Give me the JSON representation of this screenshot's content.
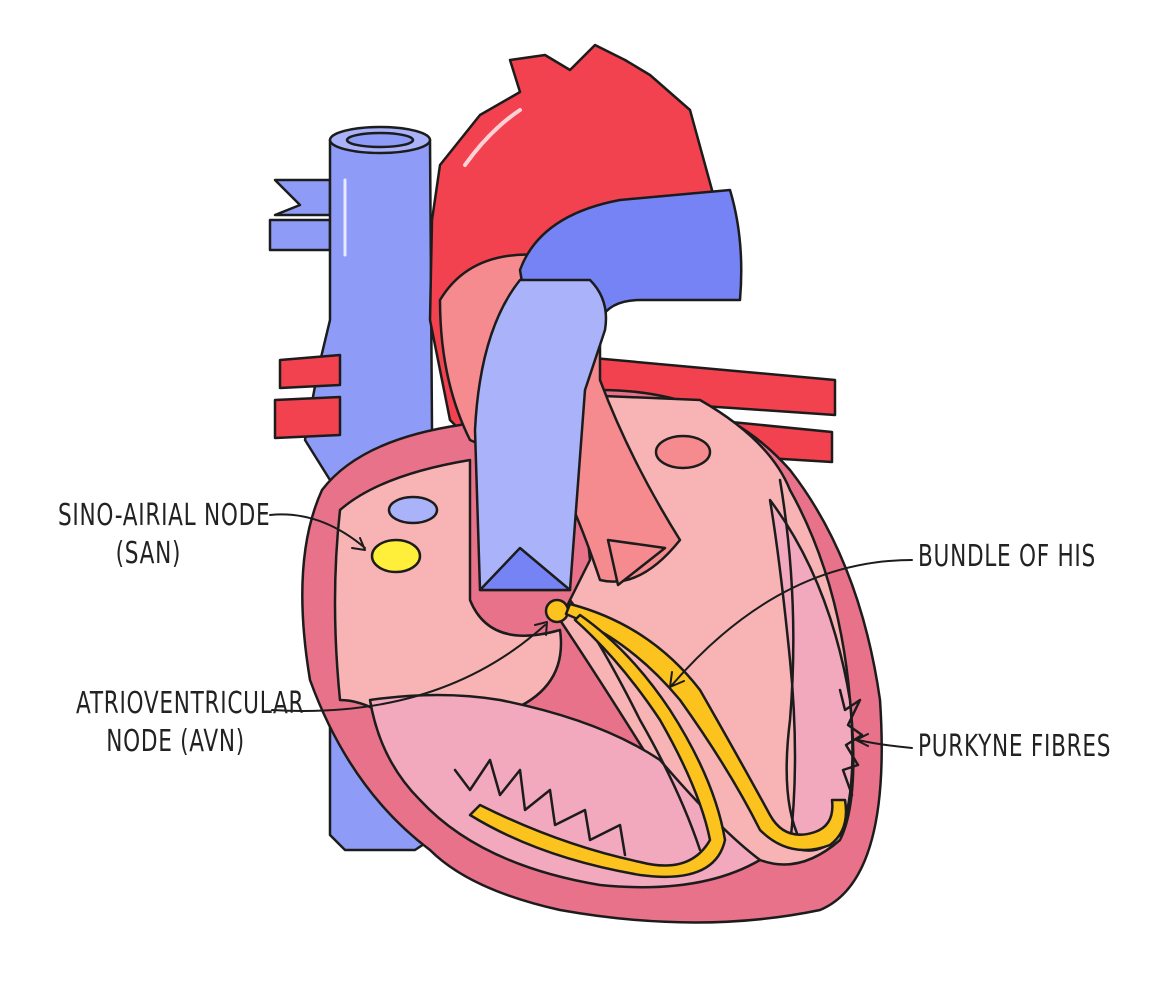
{
  "labels": {
    "san": {
      "line1": "SINO-AIRIAL NODE",
      "line2": "(SAN)"
    },
    "avn": {
      "line1": "ATRIOVENTRICULAR",
      "line2": "NODE (AVN)"
    },
    "bundle_of_his": "BUNDLE OF HIS",
    "purkyne_fibres": "PURKYNE FIBRES"
  },
  "colors": {
    "vein_blue": "#8f9cf7",
    "vein_blue_light": "#aab3fa",
    "artery_red": "#f2414f",
    "muscle_pink": "#e8728a",
    "chamber_pink": "#f8b4b4",
    "ventricle_inner": "#f3a9bd",
    "node_yellow": "#ffef3a",
    "conduction_gold": "#fcc21d",
    "outline": "#1c1c1c"
  },
  "icons": [
    "heart-diagram",
    "arrow-san",
    "arrow-avn",
    "arrow-bundle",
    "arrow-purkyne"
  ]
}
